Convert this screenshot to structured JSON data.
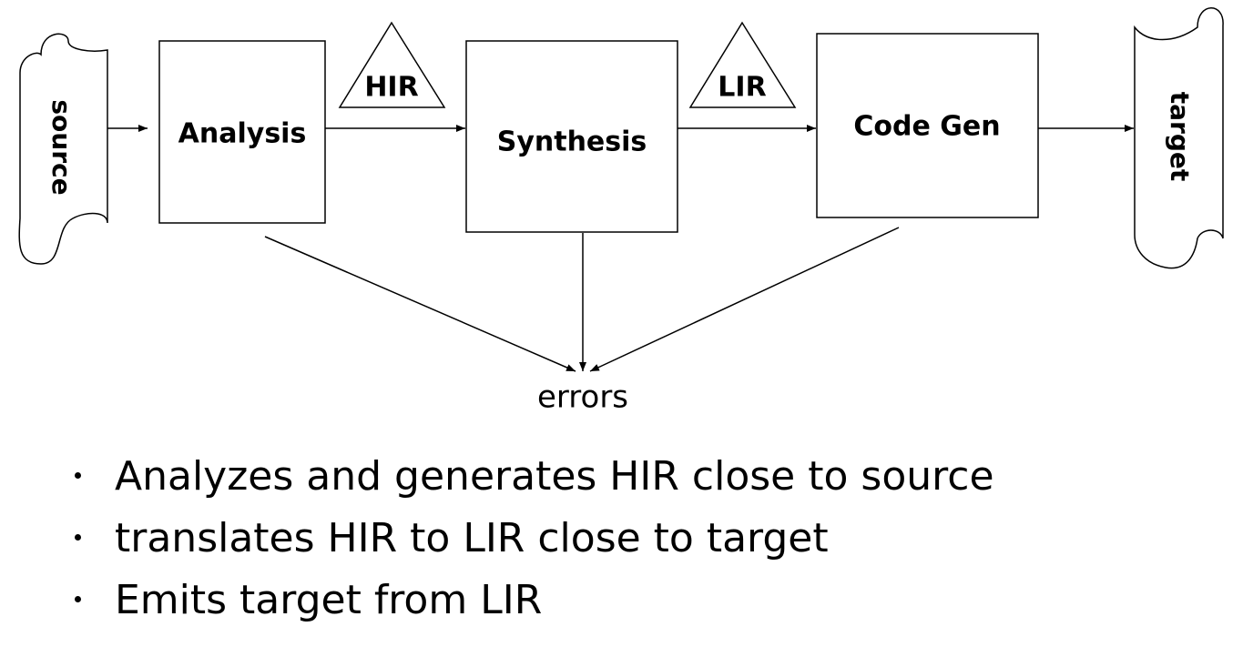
{
  "diagram": {
    "source": "source",
    "stages": [
      "Analysis",
      "Synthesis",
      "Code Gen"
    ],
    "intermediates": [
      "HIR",
      "LIR"
    ],
    "target": "target",
    "errors": "errors"
  },
  "bullets": [
    "Analyzes and generates HIR close to source",
    "translates HIR to LIR close to target",
    "Emits target from LIR"
  ]
}
